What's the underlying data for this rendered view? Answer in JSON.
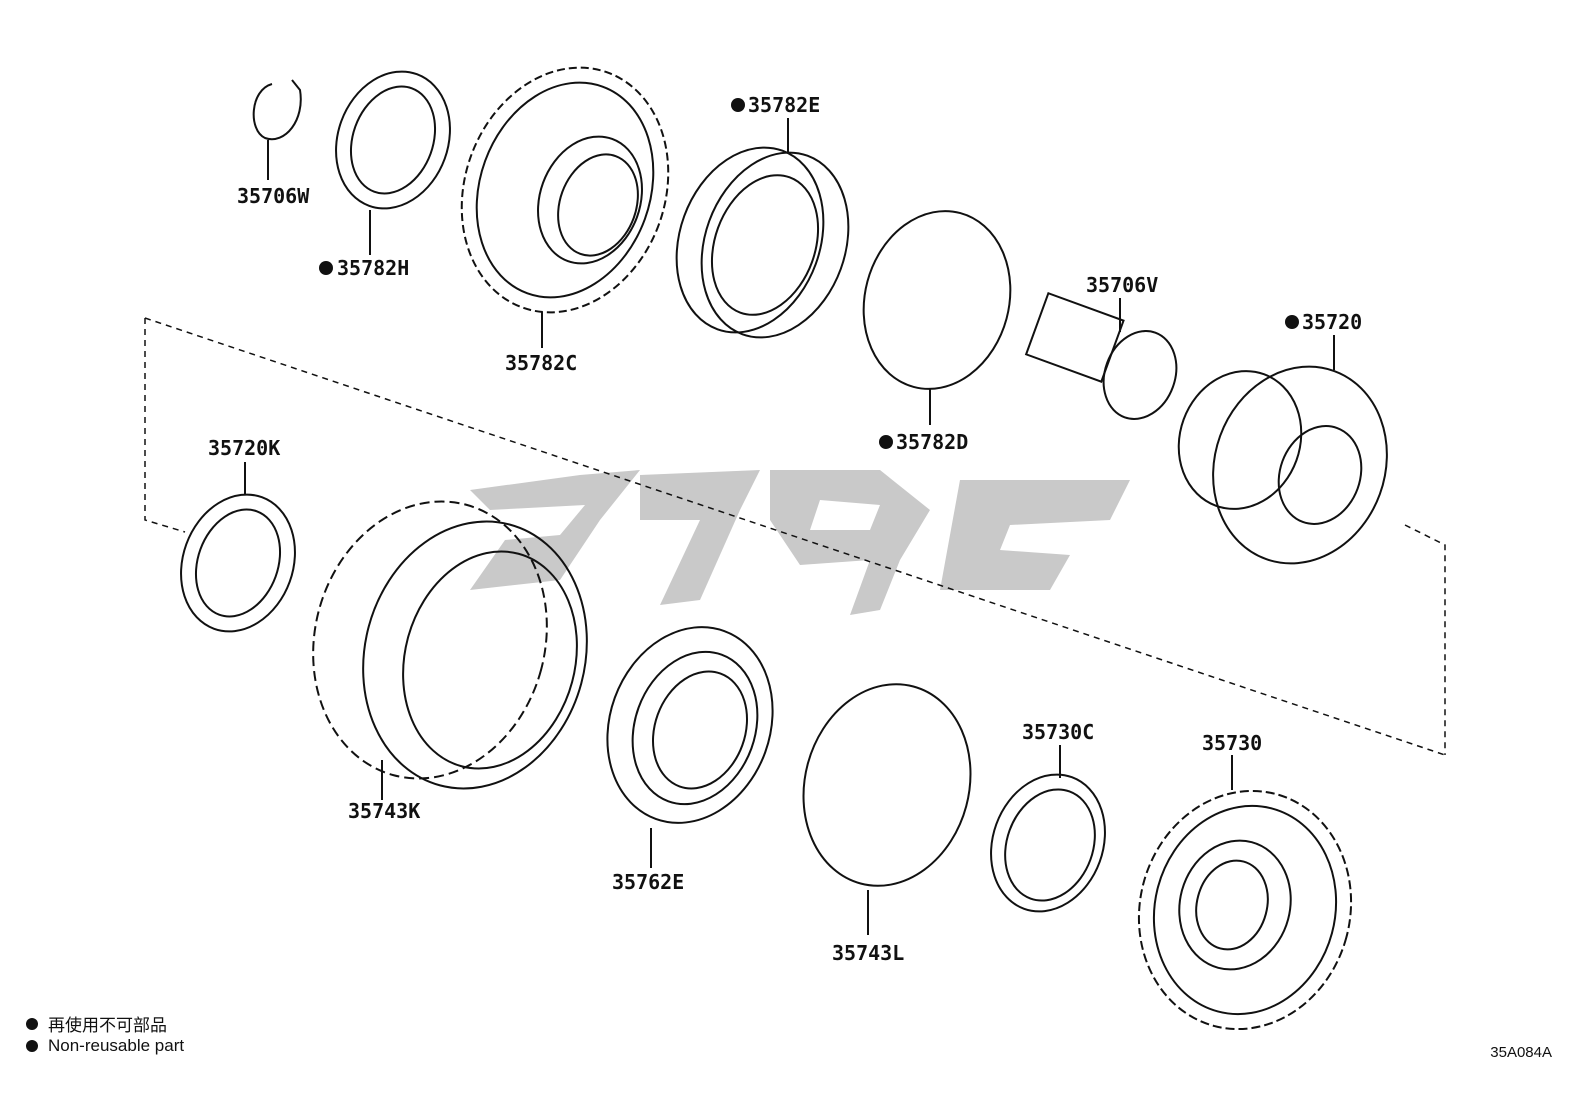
{
  "parts": [
    {
      "number": "35706W",
      "non_reusable": false
    },
    {
      "number": "35782H",
      "non_reusable": true
    },
    {
      "number": "35782C",
      "non_reusable": false
    },
    {
      "number": "35782E",
      "non_reusable": true
    },
    {
      "number": "35782D",
      "non_reusable": true
    },
    {
      "number": "35706V",
      "non_reusable": false
    },
    {
      "number": "35720",
      "non_reusable": true
    },
    {
      "number": "35720K",
      "non_reusable": false
    },
    {
      "number": "35743K",
      "non_reusable": false
    },
    {
      "number": "35762E",
      "non_reusable": false
    },
    {
      "number": "35743L",
      "non_reusable": false
    },
    {
      "number": "35730C",
      "non_reusable": false
    },
    {
      "number": "35730",
      "non_reusable": false
    }
  ],
  "legend": {
    "japanese": "再使用不可部品",
    "english": "Non-reusable part"
  },
  "diagram_code": "35A084A",
  "colors": {
    "line": "#111111",
    "watermark": "#c9c9c9"
  }
}
